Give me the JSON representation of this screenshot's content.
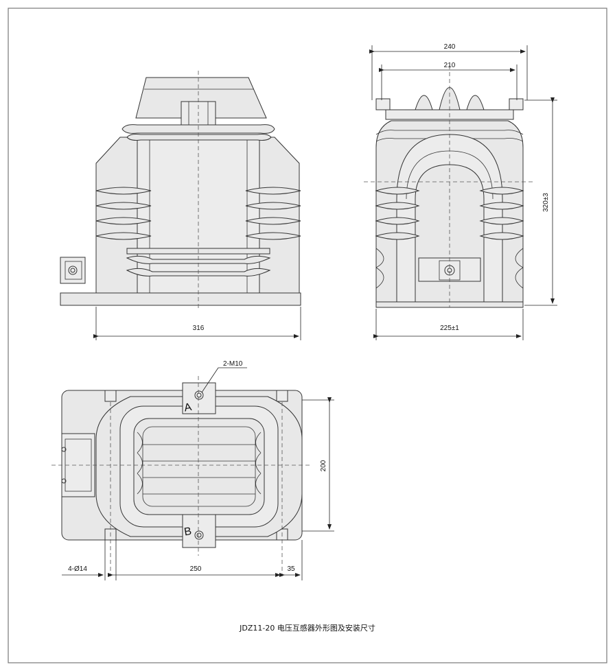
{
  "dimensions": {
    "front_width": "316",
    "side_top_outer": "240",
    "side_top_inner": "210",
    "side_height": "320±3",
    "side_base": "225±1",
    "thread": "2-M10",
    "plan_depth": "200",
    "holes": "4-Ø14",
    "plan_span": "250",
    "plan_edge": "35"
  },
  "terminals": {
    "a": "A",
    "b": "B"
  },
  "caption": "JDZ11-20 电压互感器外形图及安装尺寸"
}
